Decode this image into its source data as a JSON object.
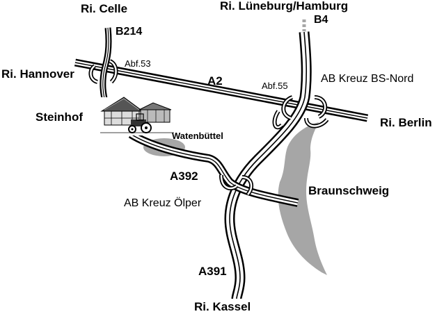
{
  "labels": {
    "ri_celle": "Ri. Celle",
    "b214": "B214",
    "ri_lueneburg": "Ri. Lüneburg/Hamburg",
    "b4": "B4",
    "ri_hannover": "Ri. Hannover",
    "abf53": "Abf.53",
    "a2": "A2",
    "abf55": "Abf.55",
    "kreuz_bs_nord": "AB Kreuz BS-Nord",
    "steinhof": "Steinhof",
    "ri_berlin": "Ri. Berlin",
    "watenbuettel": "Watenbüttel",
    "a392": "A392",
    "braunschweig": "Braunschweig",
    "kreuz_oelper": "AB Kreuz Ölper",
    "a391": "A391",
    "ri_kassel": "Ri. Kassel"
  },
  "colors": {
    "road": "#000000",
    "area": "#a6a6a6",
    "background": "#ffffff"
  },
  "icons": {
    "steinhof": "farmhouse-with-tractor-icon"
  }
}
